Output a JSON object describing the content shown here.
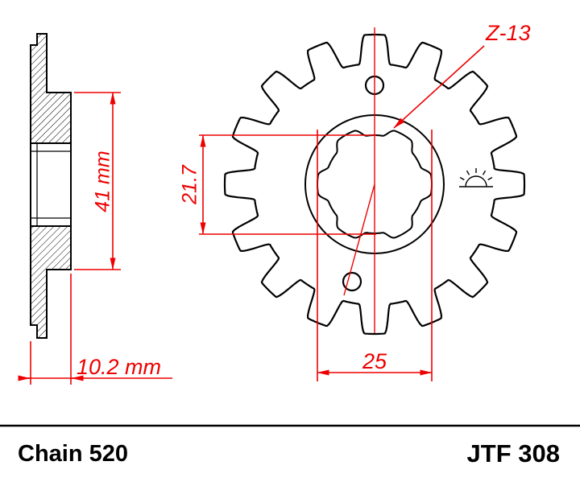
{
  "drawing": {
    "type": "technical-drawing",
    "part_number": "JTF 308",
    "chain_size": "Chain 520",
    "dimensions": {
      "teeth_count_label": "Z-13",
      "hub_height": "41 mm",
      "hub_width": "10.2 mm",
      "spline_across_flats": "21.7",
      "bore_major_diameter": "25"
    },
    "colors": {
      "dimension_red": "#ee0000",
      "drawing_black": "#000000",
      "background": "#ffffff"
    }
  }
}
